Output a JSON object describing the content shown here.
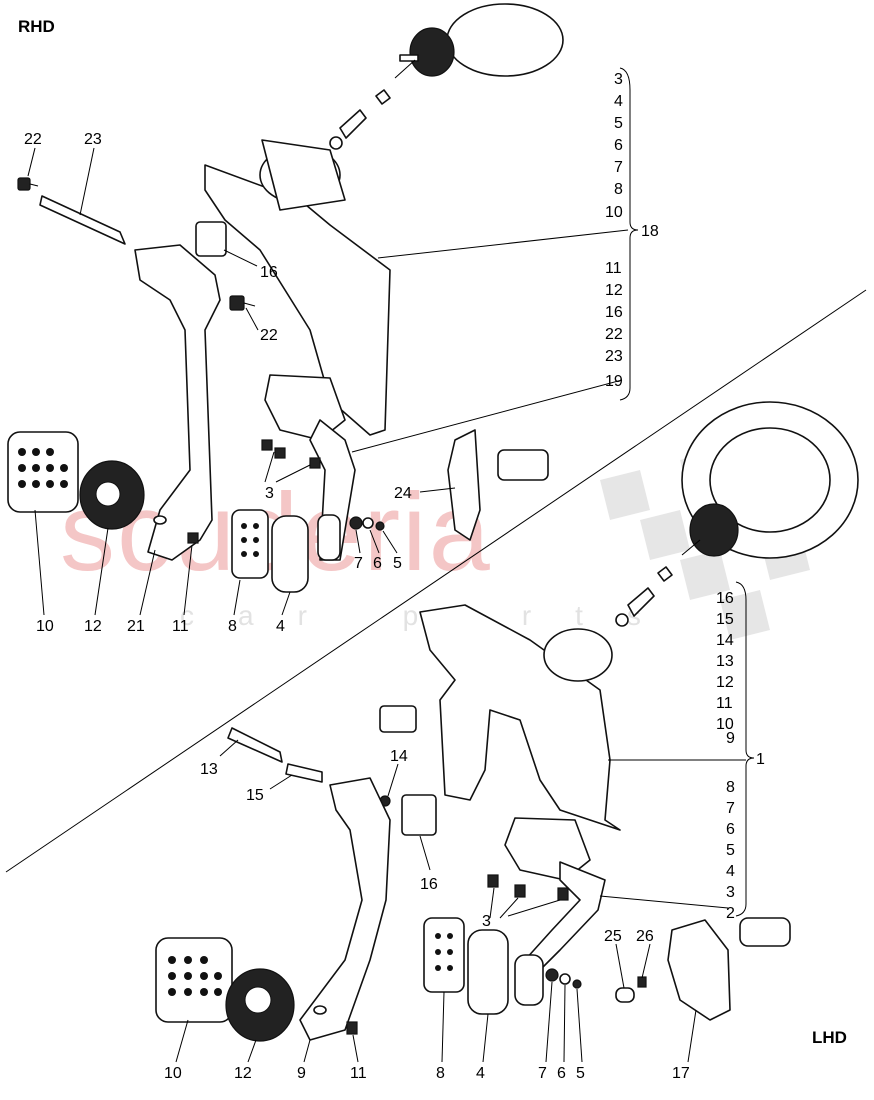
{
  "headers": {
    "rhd": "RHD",
    "lhd": "LHD"
  },
  "watermark": {
    "brand": "scuderia",
    "sub": "car parts"
  },
  "rhd_bracket_upper": [
    "3",
    "4",
    "5",
    "6",
    "7",
    "8",
    "10"
  ],
  "rhd_bracket_lower": [
    "11",
    "12",
    "16",
    "22",
    "23",
    "19"
  ],
  "rhd_bracket_ref": "18",
  "lhd_bracket_upper": [
    "16",
    "15",
    "14",
    "13",
    "12",
    "11",
    "10",
    "9"
  ],
  "lhd_bracket_lower": [
    "8",
    "7",
    "6",
    "5",
    "4",
    "3",
    "2"
  ],
  "lhd_bracket_ref": "1",
  "rhd_callouts": {
    "c22": "22",
    "c23": "23",
    "c16": "16",
    "c22b": "22",
    "c3": "3",
    "c24": "24",
    "c7": "7",
    "c6": "6",
    "c5": "5",
    "c10": "10",
    "c12": "12",
    "c21": "21",
    "c11": "11",
    "c8": "8",
    "c4": "4"
  },
  "lhd_callouts": {
    "c13": "13",
    "c15": "15",
    "c14": "14",
    "c16": "16",
    "c3": "3",
    "c25": "25",
    "c26": "26",
    "c10": "10",
    "c12": "12",
    "c9": "9",
    "c11": "11",
    "c8": "8",
    "c4": "4",
    "c7": "7",
    "c6": "6",
    "c5": "5",
    "c17": "17"
  }
}
